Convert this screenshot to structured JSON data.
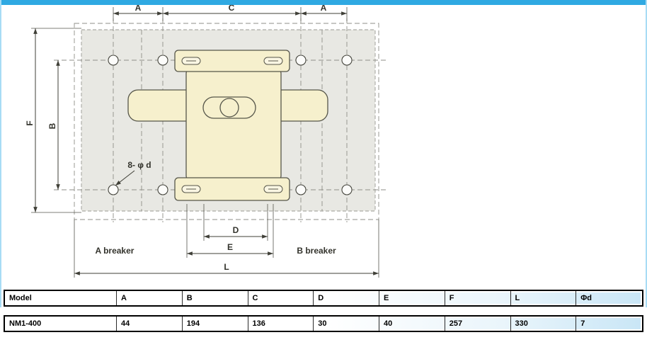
{
  "frame": {
    "accent_color": "#2fa9e2"
  },
  "diagram": {
    "labels": {
      "dim_a": "A",
      "dim_b": "B",
      "dim_c": "C",
      "dim_d": "D",
      "dim_e": "E",
      "dim_f": "F",
      "dim_l": "L",
      "holes_note": "8- φ d",
      "a_breaker": "A breaker",
      "b_breaker": "B breaker"
    },
    "colors": {
      "panel_fill": "#e8e8e3",
      "mechanism_fill": "#f6f0cd",
      "line": "#3f3f37"
    }
  },
  "table": {
    "headers": [
      "Model",
      "A",
      "B",
      "C",
      "D",
      "E",
      "F",
      "L",
      "Φd"
    ],
    "rows": [
      [
        "NM1-400",
        "44",
        "194",
        "136",
        "30",
        "40",
        "257",
        "330",
        "7"
      ]
    ]
  }
}
